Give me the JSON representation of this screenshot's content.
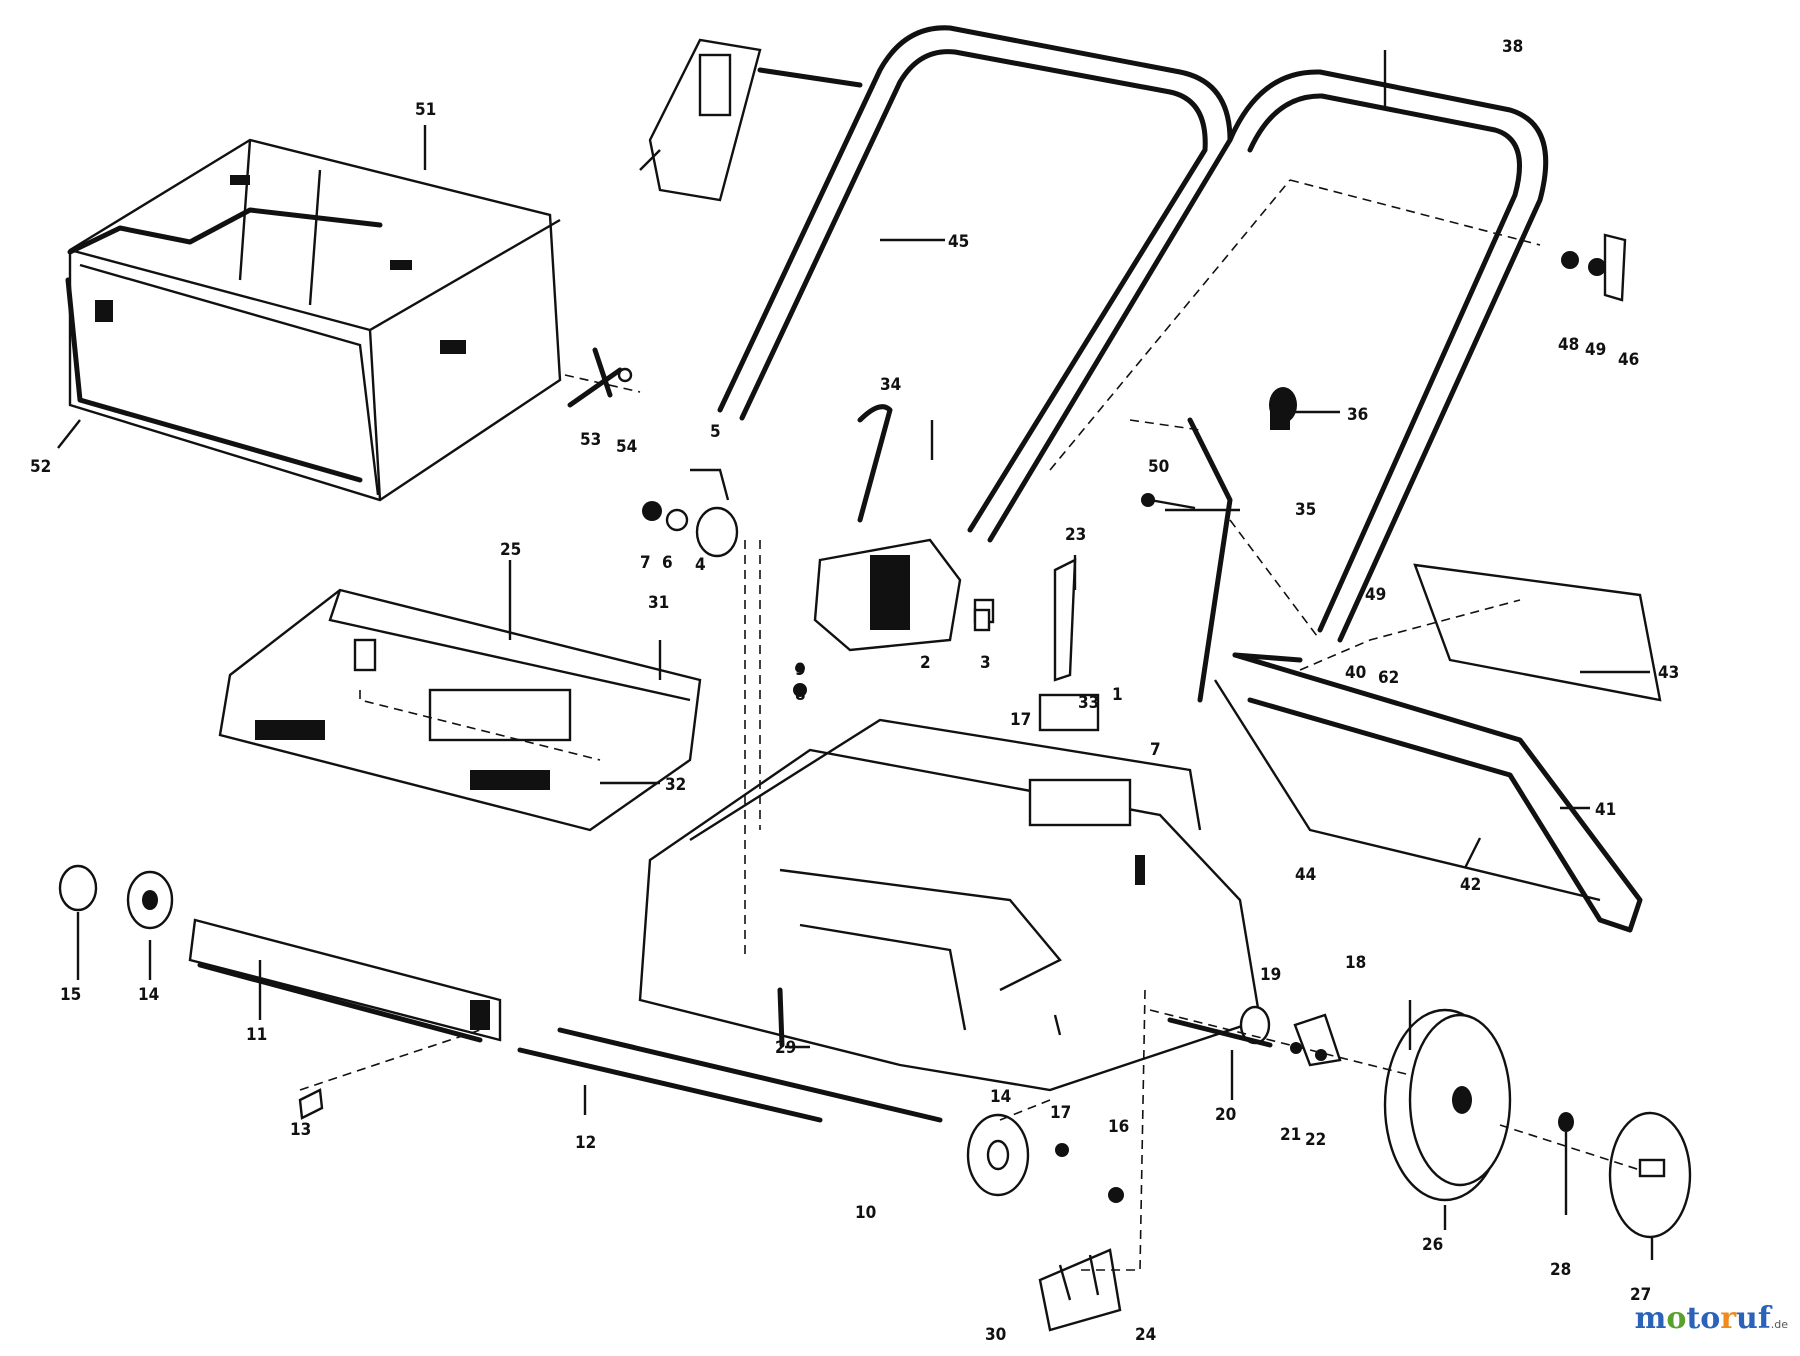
{
  "colors": {
    "line": "#111111",
    "background": "#ffffff",
    "brand_blue": "#2a63b8",
    "brand_green": "#5aa02c",
    "brand_orange": "#f08a1c"
  },
  "watermark": {
    "letters": [
      "m",
      "o",
      "t",
      "o",
      "r",
      "u",
      "f"
    ],
    "domain": ".de"
  },
  "labels": {
    "l1": "1",
    "l2": "2",
    "l3": "3",
    "l4": "4",
    "l5": "5",
    "l6": "6",
    "l7": "7",
    "l7b": "7",
    "l8": "8",
    "l9": "9",
    "l10": "10",
    "l11": "11",
    "l12": "12",
    "l13": "13",
    "l14a": "14",
    "l14b": "14",
    "l15": "15",
    "l16": "16",
    "l17": "17",
    "l17b": "17",
    "l18": "18",
    "l19": "19",
    "l20": "20",
    "l21": "21",
    "l22": "22",
    "l23": "23",
    "l24": "24",
    "l25": "25",
    "l26": "26",
    "l27": "27",
    "l28": "28",
    "l29": "29",
    "l30": "30",
    "l31": "31",
    "l32": "32",
    "l33": "33",
    "l34": "34",
    "l35": "35",
    "l36": "36",
    "l38": "38",
    "l40": "40",
    "l41": "41",
    "l42": "42",
    "l43": "43",
    "l44": "44",
    "l45": "45",
    "l46": "46",
    "l48": "48",
    "l49": "49",
    "l49b": "49",
    "l50": "50",
    "l51": "51",
    "l52": "52",
    "l53": "53",
    "l54": "54",
    "l62": "62"
  }
}
